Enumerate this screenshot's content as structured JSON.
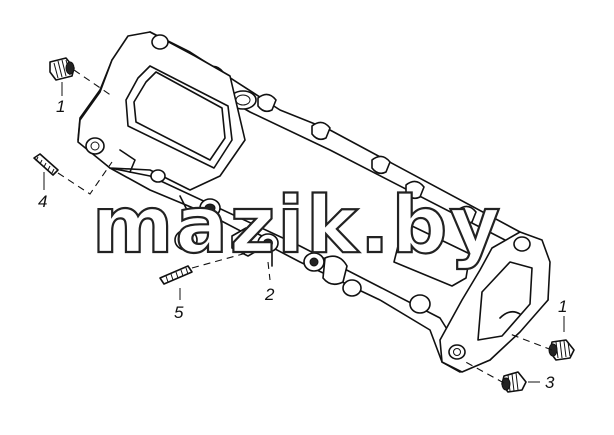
{
  "callouts": {
    "c1a": "1",
    "c1b": "1",
    "c2": "2",
    "c3": "3",
    "c4": "4",
    "c5": "5"
  },
  "watermark": "mazik.by",
  "colors": {
    "line": "#111111",
    "background": "#ffffff"
  }
}
